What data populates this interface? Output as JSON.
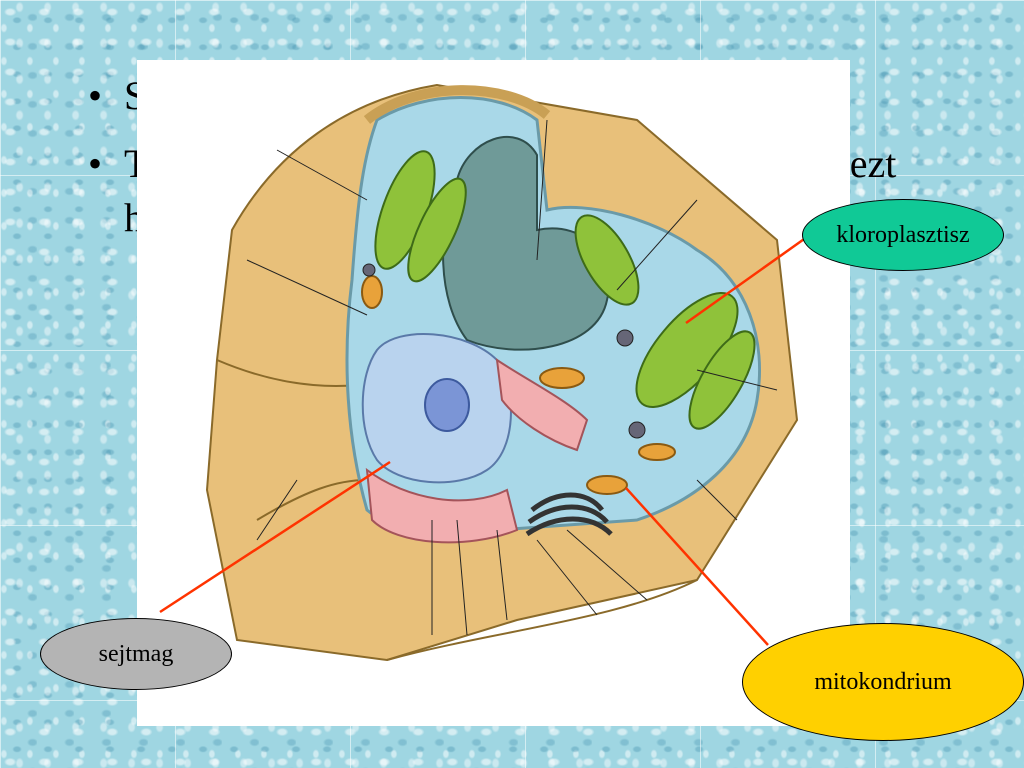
{
  "slide": {
    "bullets": [
      {
        "text": "S"
      },
      {
        "text": "T"
      },
      {
        "text": "h"
      }
    ],
    "right_fragment": "z ezt"
  },
  "labels": {
    "kloroplasztisz": {
      "text": "kloroplasztisz",
      "color": "#10c996"
    },
    "sejtmag": {
      "text": "sejtmag",
      "color": "#b4b4b4"
    },
    "mitokondrium": {
      "text": "mitokondrium",
      "color": "#ffd000"
    }
  },
  "colors": {
    "callout_line": "#ff3300",
    "cytoplasm": "#a9d8e8",
    "cell_wall": "#e8c07a",
    "chloroplast": "#8fc23a",
    "nucleus": "#b9d3ee",
    "vacuole": "#6f9a98",
    "er": "#f2aeb0"
  }
}
